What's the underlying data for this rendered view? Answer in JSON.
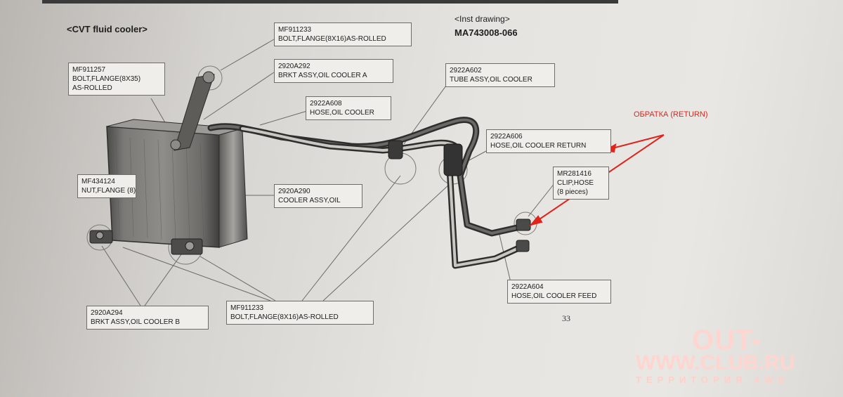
{
  "header": {
    "title": "<CVT fluid cooler>",
    "inst_drawing_label": "<Inst drawing>",
    "inst_drawing_number": "MA743008-066"
  },
  "labels": [
    {
      "id": "mf911233-top",
      "code": "MF911233",
      "desc": "BOLT,FLANGE(8X16)AS-ROLLED",
      "desc2": ""
    },
    {
      "id": "mf911257",
      "code": "MF911257",
      "desc": "BOLT,FLANGE(8X35)",
      "desc2": "AS-ROLLED"
    },
    {
      "id": "2920a292",
      "code": "2920A292",
      "desc": "BRKT ASSY,OIL COOLER A",
      "desc2": ""
    },
    {
      "id": "2922a608",
      "code": "2922A608",
      "desc": "HOSE,OIL COOLER",
      "desc2": ""
    },
    {
      "id": "2922a602",
      "code": "2922A602",
      "desc": "TUBE ASSY,OIL COOLER",
      "desc2": ""
    },
    {
      "id": "2922a606",
      "code": "2922A606",
      "desc": "HOSE,OIL COOLER RETURN",
      "desc2": ""
    },
    {
      "id": "mr281416",
      "code": "MR281416",
      "desc": "CLIP,HOSE",
      "desc2": "(8 pieces)"
    },
    {
      "id": "mf434124",
      "code": "MF434124",
      "desc": "NUT,FLANGE (8)",
      "desc2": ""
    },
    {
      "id": "2920a290",
      "code": "2920A290",
      "desc": "COOLER ASSY,OIL",
      "desc2": ""
    },
    {
      "id": "2922a604",
      "code": "2922A604",
      "desc": "HOSE,OIL COOLER FEED",
      "desc2": ""
    },
    {
      "id": "2920a294",
      "code": "2920A294",
      "desc": "BRKT ASSY,OIL COOLER B",
      "desc2": ""
    },
    {
      "id": "mf911233-bottom",
      "code": "MF911233",
      "desc": "BOLT,FLANGE(8X16)AS-ROLLED",
      "desc2": ""
    }
  ],
  "annotation": {
    "text": "ОБРАТКА (RETURN)",
    "color": "#e0241c"
  },
  "page_number": "33",
  "watermark": {
    "line1": "OUT-",
    "line2": "WWW.CLUB.RU",
    "line3": "ТЕРРИТОРИЯ 4WD",
    "color": "#ffd5d0"
  }
}
